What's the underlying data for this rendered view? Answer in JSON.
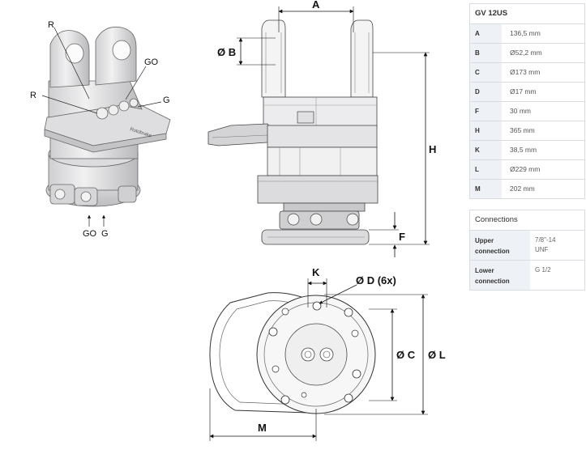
{
  "labels": {
    "iso": {
      "r_top": "R",
      "go_right": "GO",
      "r_left": "R",
      "g_right": "G",
      "go_bottom": "GO",
      "g_bottom": "G"
    },
    "dims": {
      "a": "A",
      "b": "Ø B",
      "h": "H",
      "f": "F",
      "k": "K",
      "d": "Ø D (6x)",
      "c": "Ø C",
      "l": "Ø L",
      "m": "M"
    }
  },
  "spec_table": {
    "model": "GV 12US",
    "rows": [
      {
        "key": "A",
        "value": "136,5 mm"
      },
      {
        "key": "B",
        "value": "Ø52,2 mm"
      },
      {
        "key": "C",
        "value": "Ø173 mm"
      },
      {
        "key": "D",
        "value": "Ø17 mm"
      },
      {
        "key": "F",
        "value": "30 mm"
      },
      {
        "key": "H",
        "value": "365 mm"
      },
      {
        "key": "K",
        "value": "38,5 mm"
      },
      {
        "key": "L",
        "value": "Ø229 mm"
      },
      {
        "key": "M",
        "value": "202 mm"
      }
    ]
  },
  "connections": {
    "title": "Connections",
    "rows": [
      {
        "key_line1": "Upper",
        "key_line2": "connection",
        "val_line1": "7/8\"-14",
        "val_line2": "UNF"
      },
      {
        "key_line1": "Lower",
        "key_line2": "connection",
        "val_line1": "G 1/2",
        "val_line2": ""
      }
    ]
  }
}
